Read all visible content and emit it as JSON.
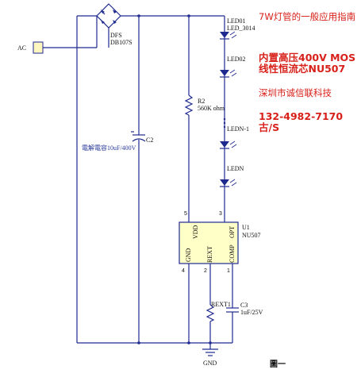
{
  "diagram": {
    "ac_label": "AC",
    "bridge_ref": "DFS",
    "bridge_part": "DB107S",
    "cap_c2_ref": "C2",
    "cap_c2_value": "電解電容10uF/400V",
    "resistor_r2_ref": "R2",
    "resistor_r2_value": "560K ohm",
    "led01_ref": "LED01",
    "led01_part": "LED_3014",
    "led02_ref": "LED02",
    "ledn1_ref": "LEDN-1",
    "ledn_ref": "LEDN",
    "ic_ref": "U1",
    "ic_part": "NU507",
    "pin_vdd": "VDD",
    "pin_opt": "OPT",
    "pin_gnd": "GND",
    "pin_rext": "REXT",
    "pin_comp": "COMP",
    "pin_num_vdd": "5",
    "pin_num_opt": "3",
    "pin_num_gnd": "4",
    "pin_num_rext": "2",
    "pin_num_comp": "1",
    "rext1_ref": "REXT1",
    "cap_c3_ref": "C3",
    "cap_c3_value": "1uF/25V",
    "ground_label": "GND",
    "figure_label": "圖一"
  },
  "annotation": {
    "line1": "7W灯管的一般应用指南",
    "line2": "内置高压400V MOS",
    "line3": "线性恒流芯NU507",
    "line4": "深圳市诚信联科技",
    "line5": "132-4982-7170",
    "line6": "古/S"
  },
  "colors": {
    "wire": "#1f2a8f",
    "ic_fill": "#ffffc8",
    "annotation_red": "#d8201a",
    "ac_box_fill": "#fff6c0"
  }
}
